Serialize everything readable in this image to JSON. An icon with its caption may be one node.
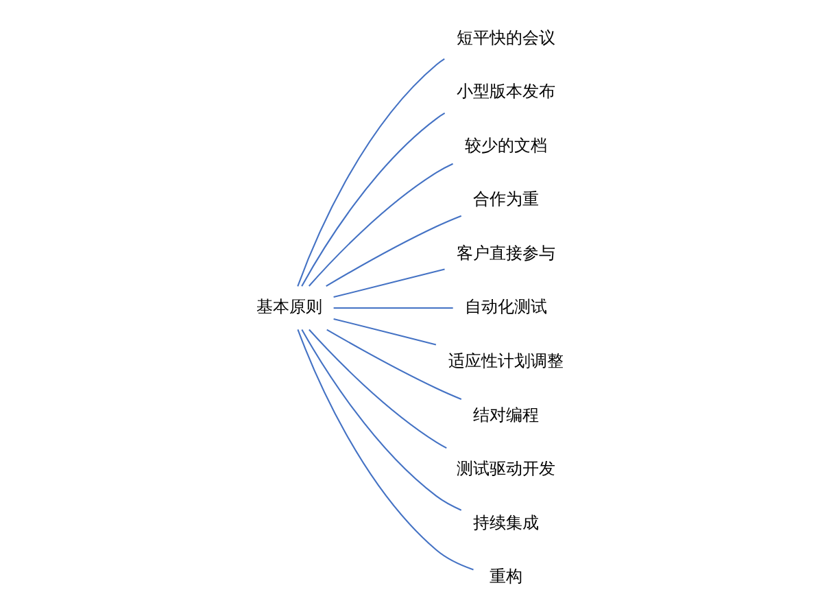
{
  "diagram": {
    "nodes": [
      {
        "text": [
          "基本原则"
        ]
      },
      {
        "text": [
          "短平快的会议"
        ]
      },
      {
        "text": [
          "小型版本发布"
        ]
      },
      {
        "text": [
          "较少的文档"
        ]
      },
      {
        "text": [
          "合作为重"
        ]
      },
      {
        "text": [
          "客户直接参与"
        ]
      },
      {
        "text": [
          "自动化测试"
        ]
      },
      {
        "text": [
          "适应性计划调整"
        ]
      },
      {
        "text": [
          "结对编程"
        ]
      },
      {
        "text": [
          "测试驱动开发"
        ]
      },
      {
        "text": [
          "持续集成"
        ]
      },
      {
        "text": [
          "重构"
        ]
      }
    ],
    "edges": [
      {
        "from": 0,
        "to": 1,
        "arrow": "none"
      },
      {
        "from": 0,
        "to": 2,
        "arrow": "none"
      },
      {
        "from": 0,
        "to": 3,
        "arrow": "none"
      },
      {
        "from": 0,
        "to": 4,
        "arrow": "none"
      },
      {
        "from": 0,
        "to": 5,
        "arrow": "none"
      },
      {
        "from": 0,
        "to": 6,
        "arrow": "none"
      },
      {
        "from": 0,
        "to": 7,
        "arrow": "none"
      },
      {
        "from": 0,
        "to": 8,
        "arrow": "none"
      },
      {
        "from": 0,
        "to": 9,
        "arrow": "none"
      },
      {
        "from": 0,
        "to": 10,
        "arrow": "none"
      },
      {
        "from": 0,
        "to": 11,
        "arrow": "none"
      }
    ]
  }
}
